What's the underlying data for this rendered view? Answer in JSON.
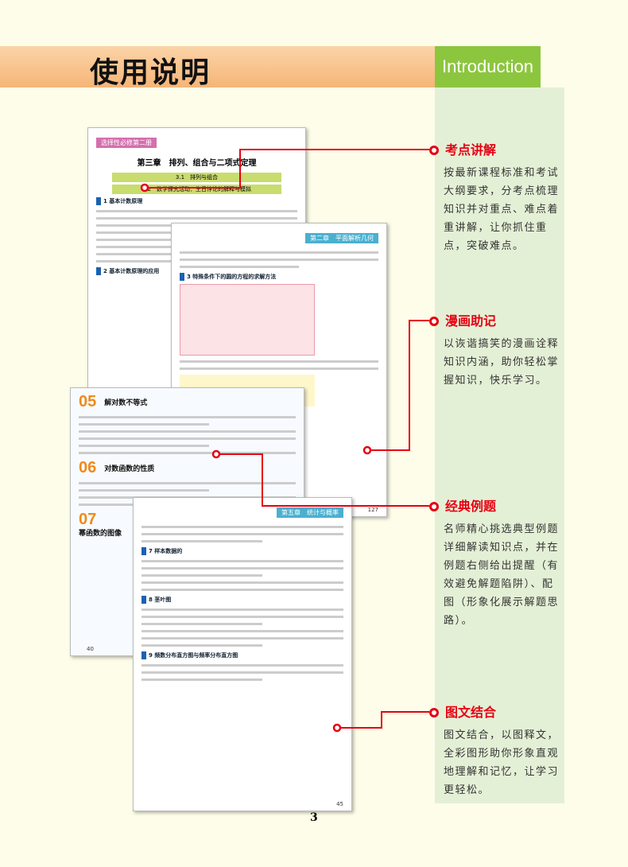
{
  "header": {
    "title": "使用说明",
    "intro": "Introduction"
  },
  "features": [
    {
      "title": "考点讲解",
      "text": "按最新课程标准和考试大纲要求，分考点梳理知识并对重点、难点着重讲解，让你抓住重点，突破难点。"
    },
    {
      "title": "漫画助记",
      "text": "以诙谐搞笑的漫画诠释知识内涵，助你轻松掌握知识，快乐学习。"
    },
    {
      "title": "经典例题",
      "text": "名师精心挑选典型例题详细解读知识点，并在例题右侧给出提醒（有效避免解题陷阱）、配图（形象化展示解题思路）。"
    },
    {
      "title": "图文结合",
      "text": "图文结合，以图释文，全彩图形助你形象直观地理解和记忆，让学习更轻松。"
    }
  ],
  "pages": {
    "p1": {
      "tag": "选择性必修第二册",
      "chapter": "第三章　排列、组合与二项式定理",
      "sec1": "3.1　排列与组合",
      "sec2": "3.2　数学探究活动：生日悖论的解释与模拟",
      "kp1": "1 基本计数原理",
      "kp2": "2 基本计数原理的应用"
    },
    "p2": {
      "tag": "第二章　平面解析几何",
      "kp": "3 特殊条件下的圆的方程的求解方法",
      "num": "127"
    },
    "p3": {
      "s1": "05",
      "s1t": "解对数不等式",
      "s2": "06",
      "s2t": "对数函数的性质",
      "s3": "07",
      "s3t": "幂函数的图像",
      "num": "40"
    },
    "p4": {
      "tag": "第五章　统计与概率",
      "kp1": "7 样本数据的",
      "kp2": "8 茎叶图",
      "kp3": "9 频数分布直方图与频率分布直方图",
      "num": "45"
    }
  },
  "page_number": "3"
}
